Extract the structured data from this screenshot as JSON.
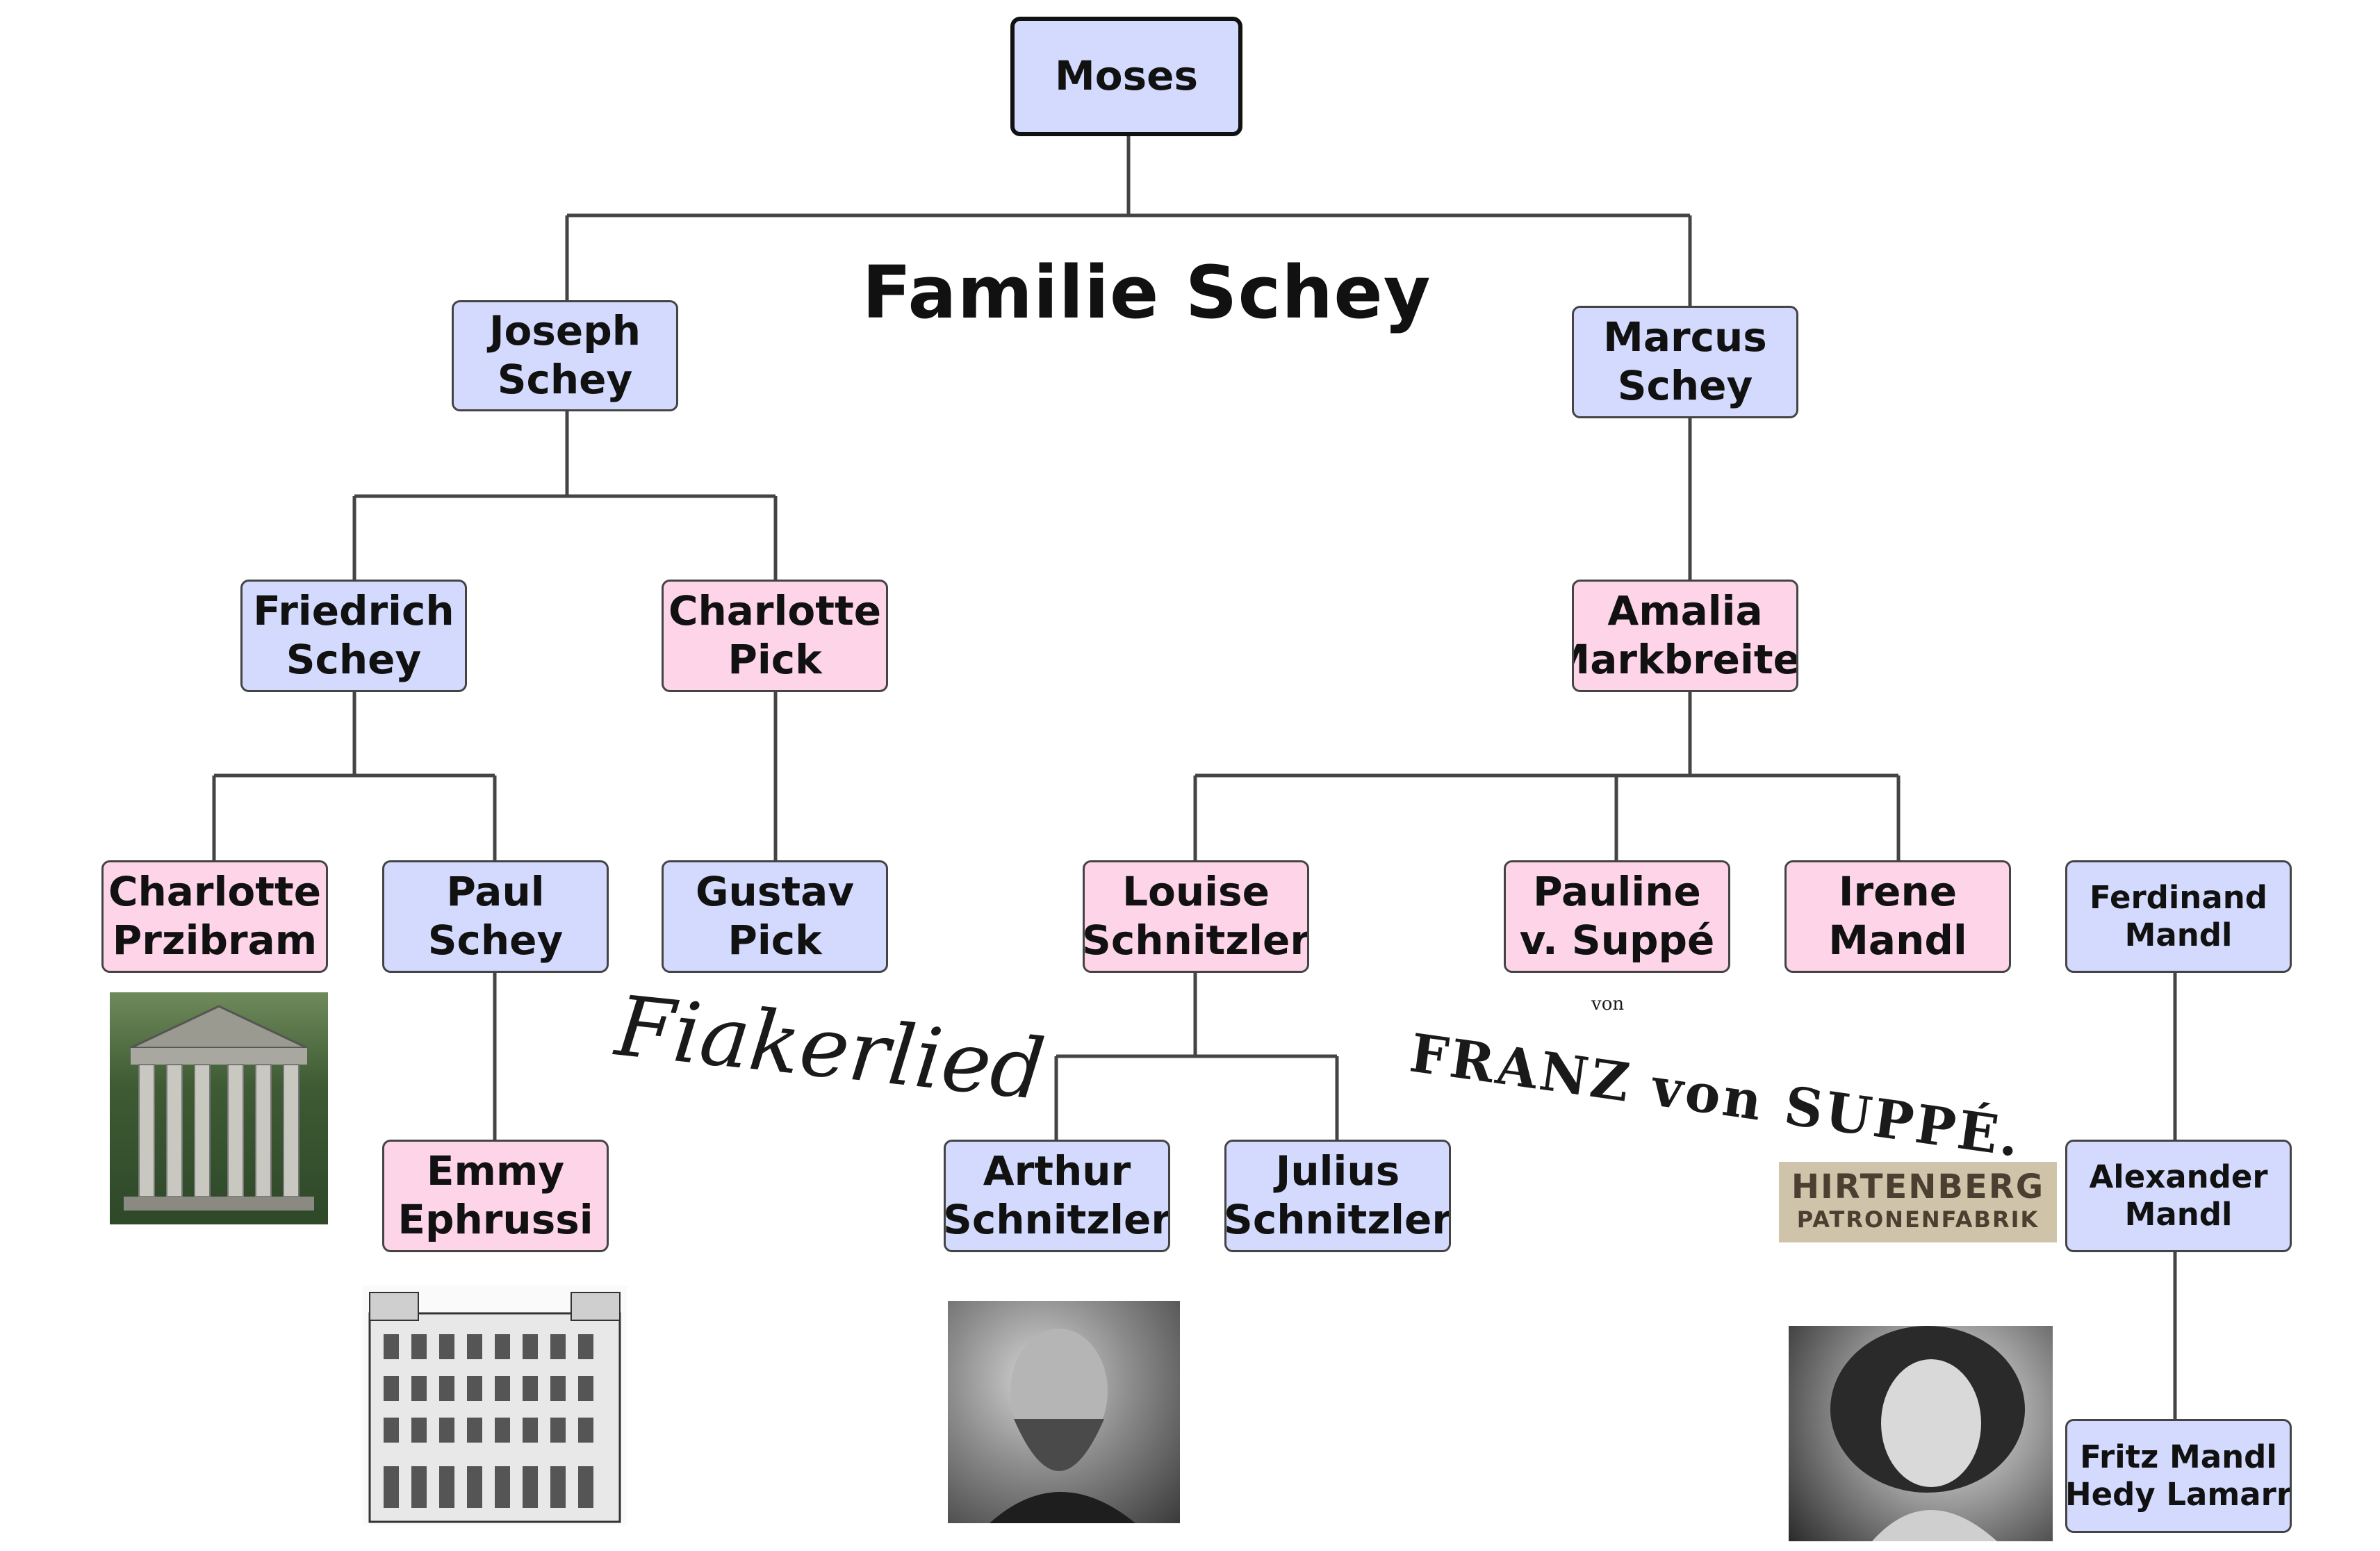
{
  "title": "Familie Schey",
  "colors": {
    "male": "#d4dafd",
    "female": "#fdd4e8",
    "line": "#444444"
  },
  "nodes": {
    "moses": [
      "Moses"
    ],
    "joseph": [
      "Joseph",
      "Schey"
    ],
    "marcus": [
      "Marcus",
      "Schey"
    ],
    "friedrich": [
      "Friedrich",
      "Schey"
    ],
    "charlotte_pick": [
      "Charlotte",
      "Pick"
    ],
    "amalia": [
      "Amalia",
      "Markbreiter"
    ],
    "charlotte_przibram": [
      "Charlotte",
      "Przibram"
    ],
    "paul": [
      "Paul",
      "Schey"
    ],
    "gustav": [
      "Gustav",
      "Pick"
    ],
    "louise": [
      "Louise",
      "Schnitzler"
    ],
    "pauline": [
      "Pauline",
      "v. Suppé"
    ],
    "irene": [
      "Irene",
      "Mandl"
    ],
    "ferdinand": [
      "Ferdinand",
      "Mandl"
    ],
    "emmy": [
      "Emmy",
      "Ephrussi"
    ],
    "arthur": [
      "Arthur",
      "Schnitzler"
    ],
    "julius": [
      "Julius",
      "Schnitzler"
    ],
    "alexander": [
      "Alexander",
      "Mandl"
    ],
    "fritz": [
      "Fritz Mandl",
      "Hedy Lamarr"
    ]
  },
  "images": {
    "fiakerlied": "Fiakerlied",
    "suppe_small": "von",
    "suppe_big": "FRANZ von SUPPÉ.",
    "hirtenberg_top": "HIRTENBERG",
    "hirtenberg_bottom": "PATRONENFABRIK"
  }
}
